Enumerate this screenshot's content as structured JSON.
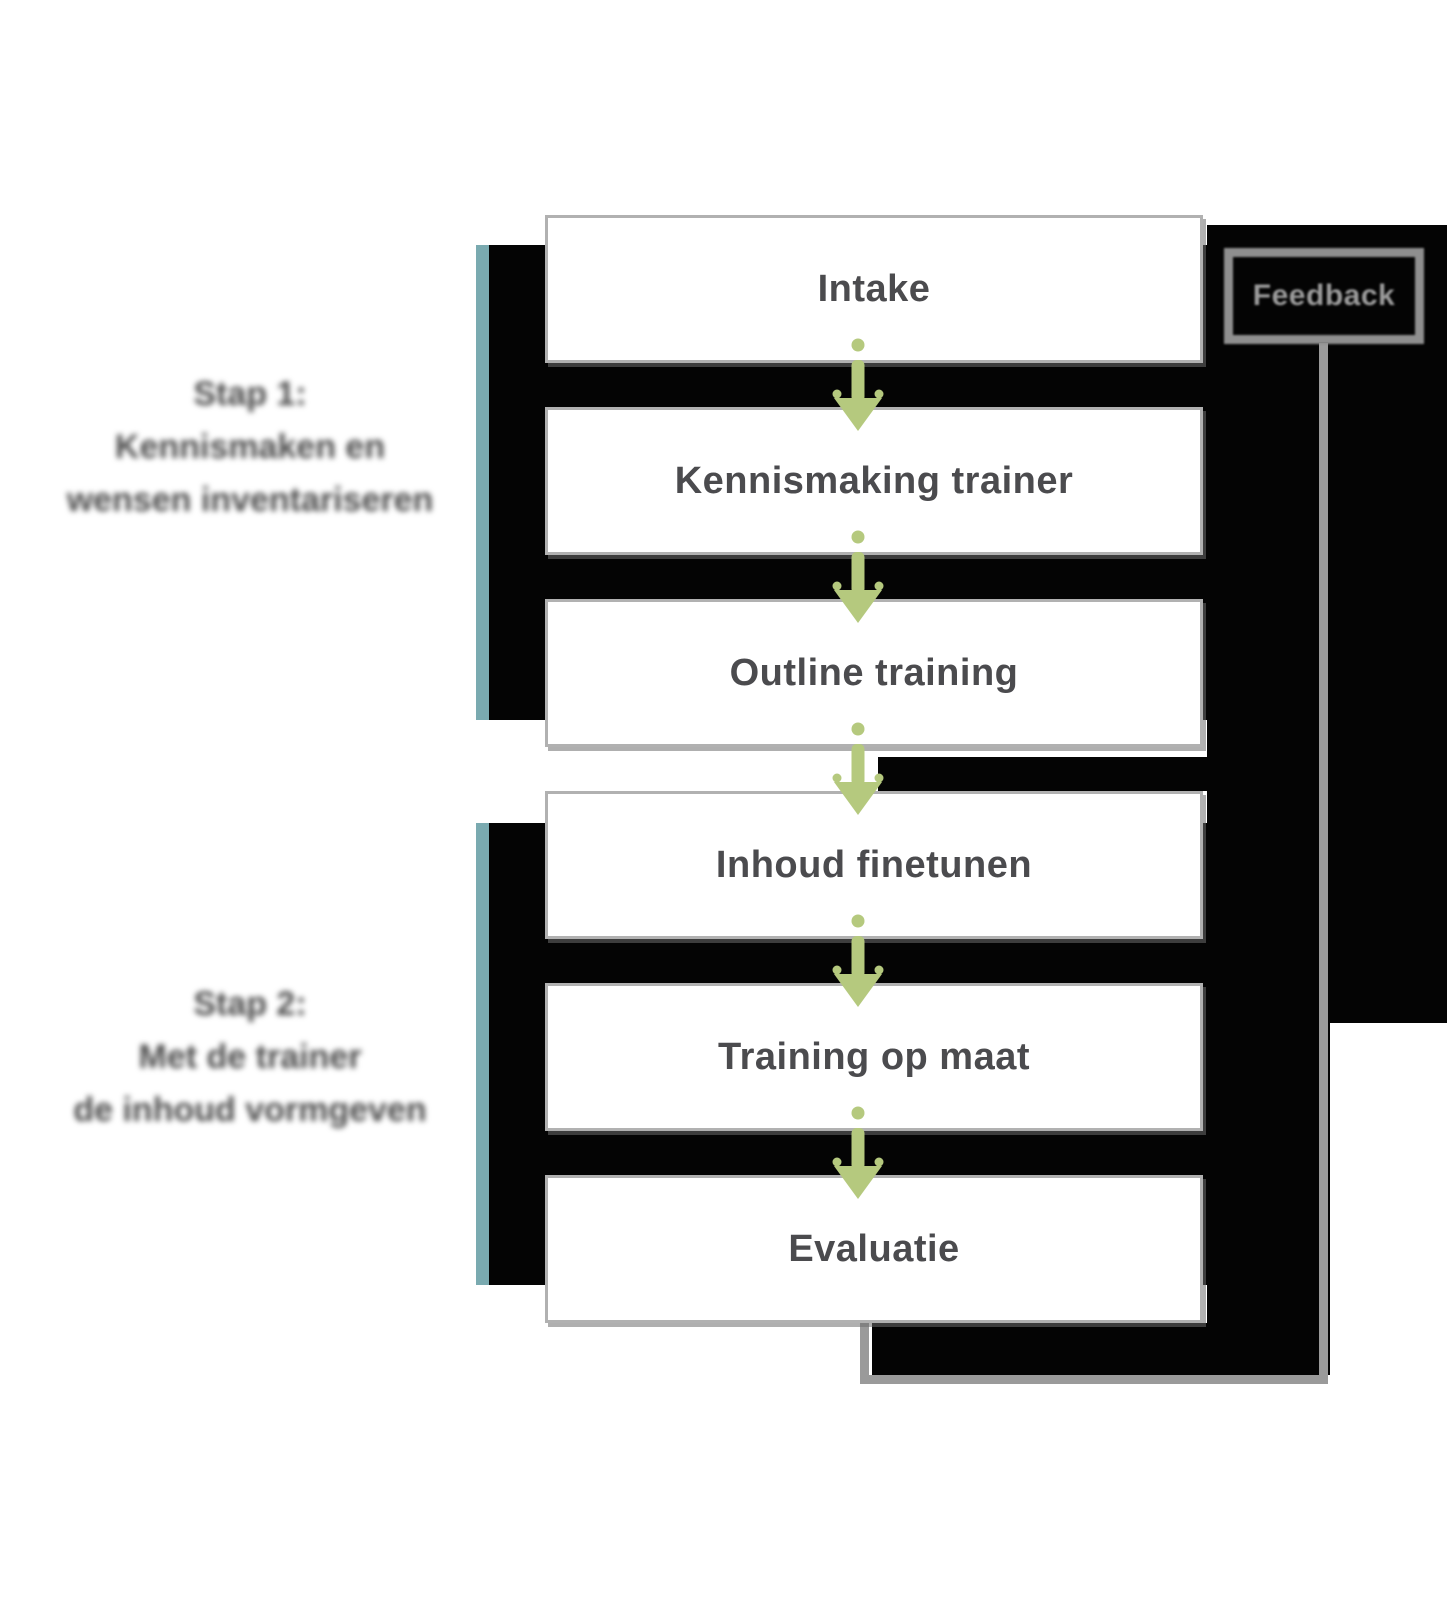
{
  "steps": [
    {
      "lines": [
        "Stap 1:",
        "Kennismaken en",
        "wensen inventariseren"
      ]
    },
    {
      "lines": [
        "Stap 2:",
        "Met de trainer",
        "de inhoud vormgeven"
      ]
    }
  ],
  "process_boxes": [
    {
      "label": "Intake"
    },
    {
      "label": "Kennismaking trainer"
    },
    {
      "label": "Outline training"
    },
    {
      "label": "Inhoud finetunen"
    },
    {
      "label": "Training op maat"
    },
    {
      "label": "Evaluatie"
    }
  ],
  "feedback": {
    "label": "Feedback"
  },
  "colors": {
    "step_bar_teal": "#7aaab0",
    "arrow_green": "#b5c97e",
    "panel_black": "#040404",
    "box_border_gray": "#b1b1b1",
    "box_text_gray": "#4b4b4e",
    "feedback_gray": "#8f8f8f",
    "connector_gray": "#9a9a9a"
  }
}
